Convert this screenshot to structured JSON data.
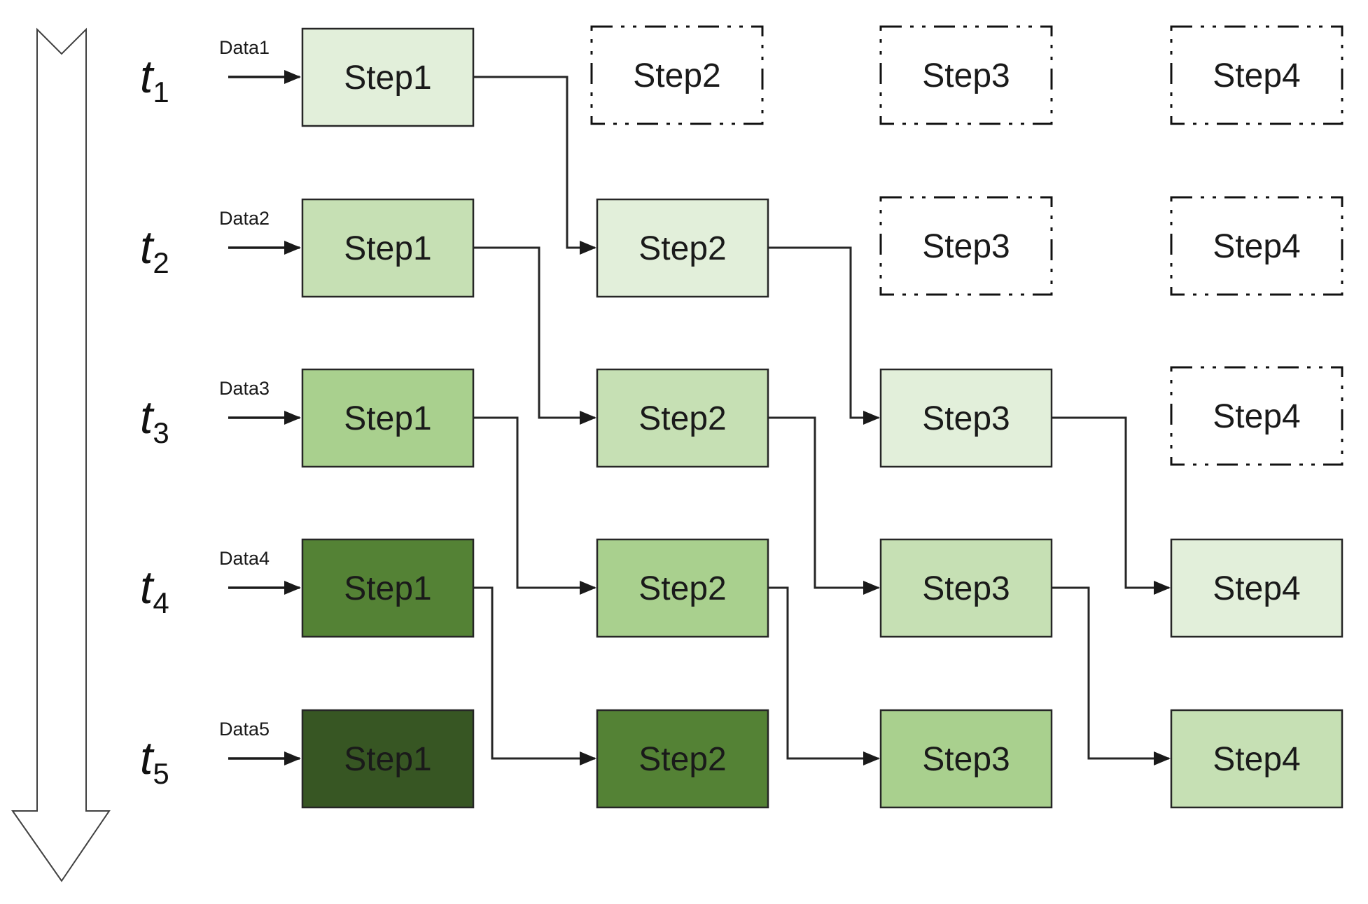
{
  "diagram": {
    "kind": "pipeline-timeline",
    "colors": {
      "step_age_0": "#E2EFDA",
      "step_age_1": "#C6E0B4",
      "step_age_2": "#A9D08E",
      "step_age_3": "#548235",
      "step_age_4": "#375623",
      "pending_fill": "#FFFFFF",
      "box_stroke": "#262626",
      "connector_stroke": "#262626",
      "text_color": "#1A1A1A",
      "time_arrow_stroke": "#404040"
    },
    "rows": [
      {
        "time_label": "t",
        "time_index": "1",
        "data_label": "Data1",
        "steps": [
          {
            "label": "Step1",
            "state": "active",
            "fill": "#E2EFDA"
          },
          {
            "label": "Step2",
            "state": "scheduled",
            "fill": "#FFFFFF"
          },
          {
            "label": "Step3",
            "state": "scheduled",
            "fill": "#FFFFFF"
          },
          {
            "label": "Step4",
            "state": "scheduled",
            "fill": "#FFFFFF"
          }
        ]
      },
      {
        "time_label": "t",
        "time_index": "2",
        "data_label": "Data2",
        "steps": [
          {
            "label": "Step1",
            "state": "active",
            "fill": "#C6E0B4"
          },
          {
            "label": "Step2",
            "state": "active",
            "fill": "#E2EFDA"
          },
          {
            "label": "Step3",
            "state": "scheduled",
            "fill": "#FFFFFF"
          },
          {
            "label": "Step4",
            "state": "scheduled",
            "fill": "#FFFFFF"
          }
        ]
      },
      {
        "time_label": "t",
        "time_index": "3",
        "data_label": "Data3",
        "steps": [
          {
            "label": "Step1",
            "state": "active",
            "fill": "#A9D08E"
          },
          {
            "label": "Step2",
            "state": "active",
            "fill": "#C6E0B4"
          },
          {
            "label": "Step3",
            "state": "active",
            "fill": "#E2EFDA"
          },
          {
            "label": "Step4",
            "state": "scheduled",
            "fill": "#FFFFFF"
          }
        ]
      },
      {
        "time_label": "t",
        "time_index": "4",
        "data_label": "Data4",
        "steps": [
          {
            "label": "Step1",
            "state": "active",
            "fill": "#548235"
          },
          {
            "label": "Step2",
            "state": "active",
            "fill": "#A9D08E"
          },
          {
            "label": "Step3",
            "state": "active",
            "fill": "#C6E0B4"
          },
          {
            "label": "Step4",
            "state": "active",
            "fill": "#E2EFDA"
          }
        ]
      },
      {
        "time_label": "t",
        "time_index": "5",
        "data_label": "Data5",
        "steps": [
          {
            "label": "Step1",
            "state": "active",
            "fill": "#375623"
          },
          {
            "label": "Step2",
            "state": "active",
            "fill": "#548235"
          },
          {
            "label": "Step3",
            "state": "active",
            "fill": "#A9D08E"
          },
          {
            "label": "Step4",
            "state": "active",
            "fill": "#C6E0B4"
          }
        ]
      }
    ]
  }
}
